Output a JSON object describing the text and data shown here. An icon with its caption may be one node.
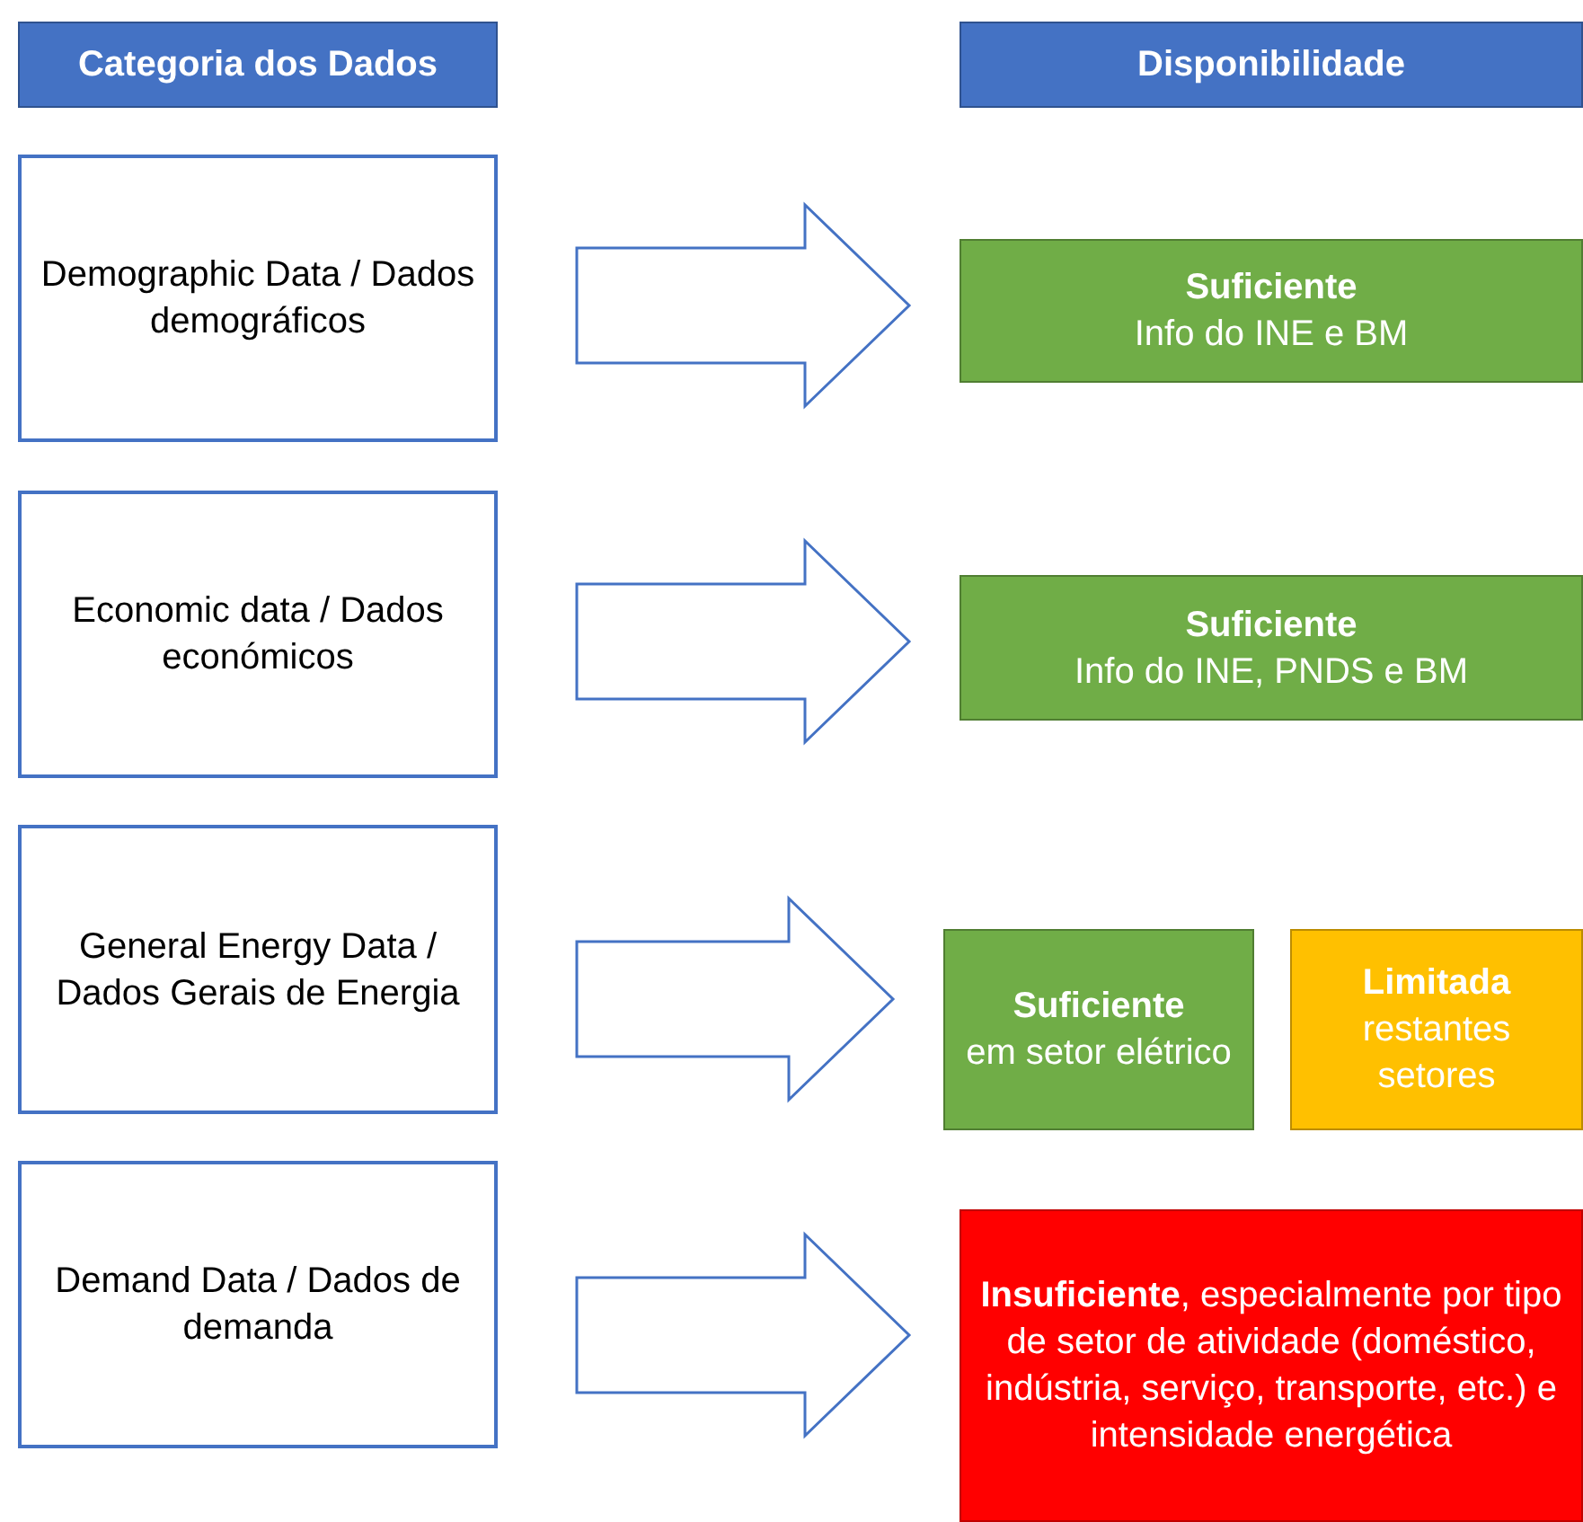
{
  "diagram": {
    "nodes": [
      {
        "text": [
          "Categoria dos Dados"
        ]
      },
      {
        "text": [
          "Disponibilidade"
        ]
      },
      {
        "text": [
          "Demographic Data / Dados demográficos"
        ]
      },
      {
        "text": [
          "Suficiente",
          "Info do INE e BM"
        ]
      },
      {
        "text": [
          "Economic data / Dados económicos"
        ]
      },
      {
        "text": [
          "Suficiente",
          "Info do INE, PNDS e BM"
        ]
      },
      {
        "text": [
          "General Energy Data / Dados Gerais de Energia"
        ]
      },
      {
        "text": [
          "Suficiente",
          "em setor elétrico"
        ]
      },
      {
        "text": [
          "Limitada",
          "restantes setores"
        ]
      },
      {
        "text": [
          "Demand Data / Dados de demanda"
        ]
      },
      {
        "text": [
          "**Insuficiente**, especialmente por tipo de setor de atividade (doméstico, indústria, serviço, transporte, etc.) e intensidade energética"
        ]
      }
    ],
    "edges": [
      {
        "from": 2,
        "to": 3,
        "arrow": "to"
      },
      {
        "from": 4,
        "to": 5,
        "arrow": "to"
      },
      {
        "from": 6,
        "to": 7,
        "arrow": "to"
      },
      {
        "from": 9,
        "to": 10,
        "arrow": "to"
      }
    ]
  }
}
